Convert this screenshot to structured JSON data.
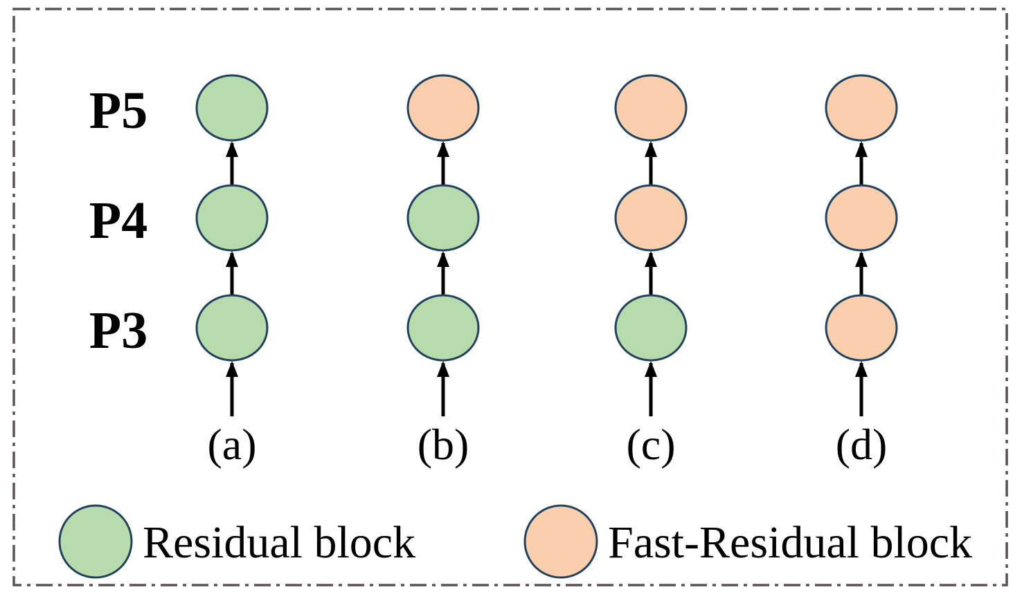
{
  "colors": {
    "residual_fill": "#b7dbaa",
    "fast_residual_fill": "#fbcfab",
    "node_stroke": "#20415f",
    "arrow": "#000000",
    "border": "#595352",
    "text": "#000000"
  },
  "diagram": {
    "row_labels": [
      "P5",
      "P4",
      "P3"
    ],
    "columns": [
      {
        "label": "(a)",
        "blocks": [
          "residual",
          "residual",
          "residual"
        ]
      },
      {
        "label": "(b)",
        "blocks": [
          "fast-residual",
          "residual",
          "residual"
        ]
      },
      {
        "label": "(c)",
        "blocks": [
          "fast-residual",
          "fast-residual",
          "residual"
        ]
      },
      {
        "label": "(d)",
        "blocks": [
          "fast-residual",
          "fast-residual",
          "fast-residual"
        ]
      }
    ]
  },
  "legend": {
    "items": [
      {
        "label": "Residual block",
        "type": "residual",
        "swatch": "green-circle"
      },
      {
        "label": "Fast-Residual block",
        "type": "fast-residual",
        "swatch": "orange-circle"
      }
    ]
  }
}
